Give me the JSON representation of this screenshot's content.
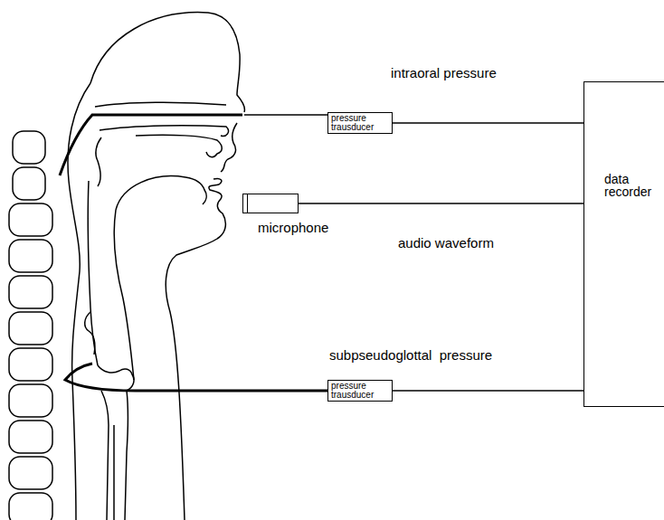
{
  "diagram": {
    "nodes": [
      {
        "text": [
          "pressure trausducer"
        ]
      },
      {
        "text": [
          "microphone"
        ]
      },
      {
        "text": [
          "data recorder"
        ]
      },
      {
        "text": [
          "pressure trausducer"
        ]
      }
    ],
    "edges": [
      {
        "from": 0,
        "to": 2,
        "arrow": "none",
        "label": "intraoral pressure"
      },
      {
        "from": 1,
        "to": 2,
        "arrow": "none",
        "label": "audio waveform"
      },
      {
        "from": 3,
        "to": 2,
        "arrow": "none",
        "label": "subpseudoglottal  pressure"
      }
    ]
  }
}
